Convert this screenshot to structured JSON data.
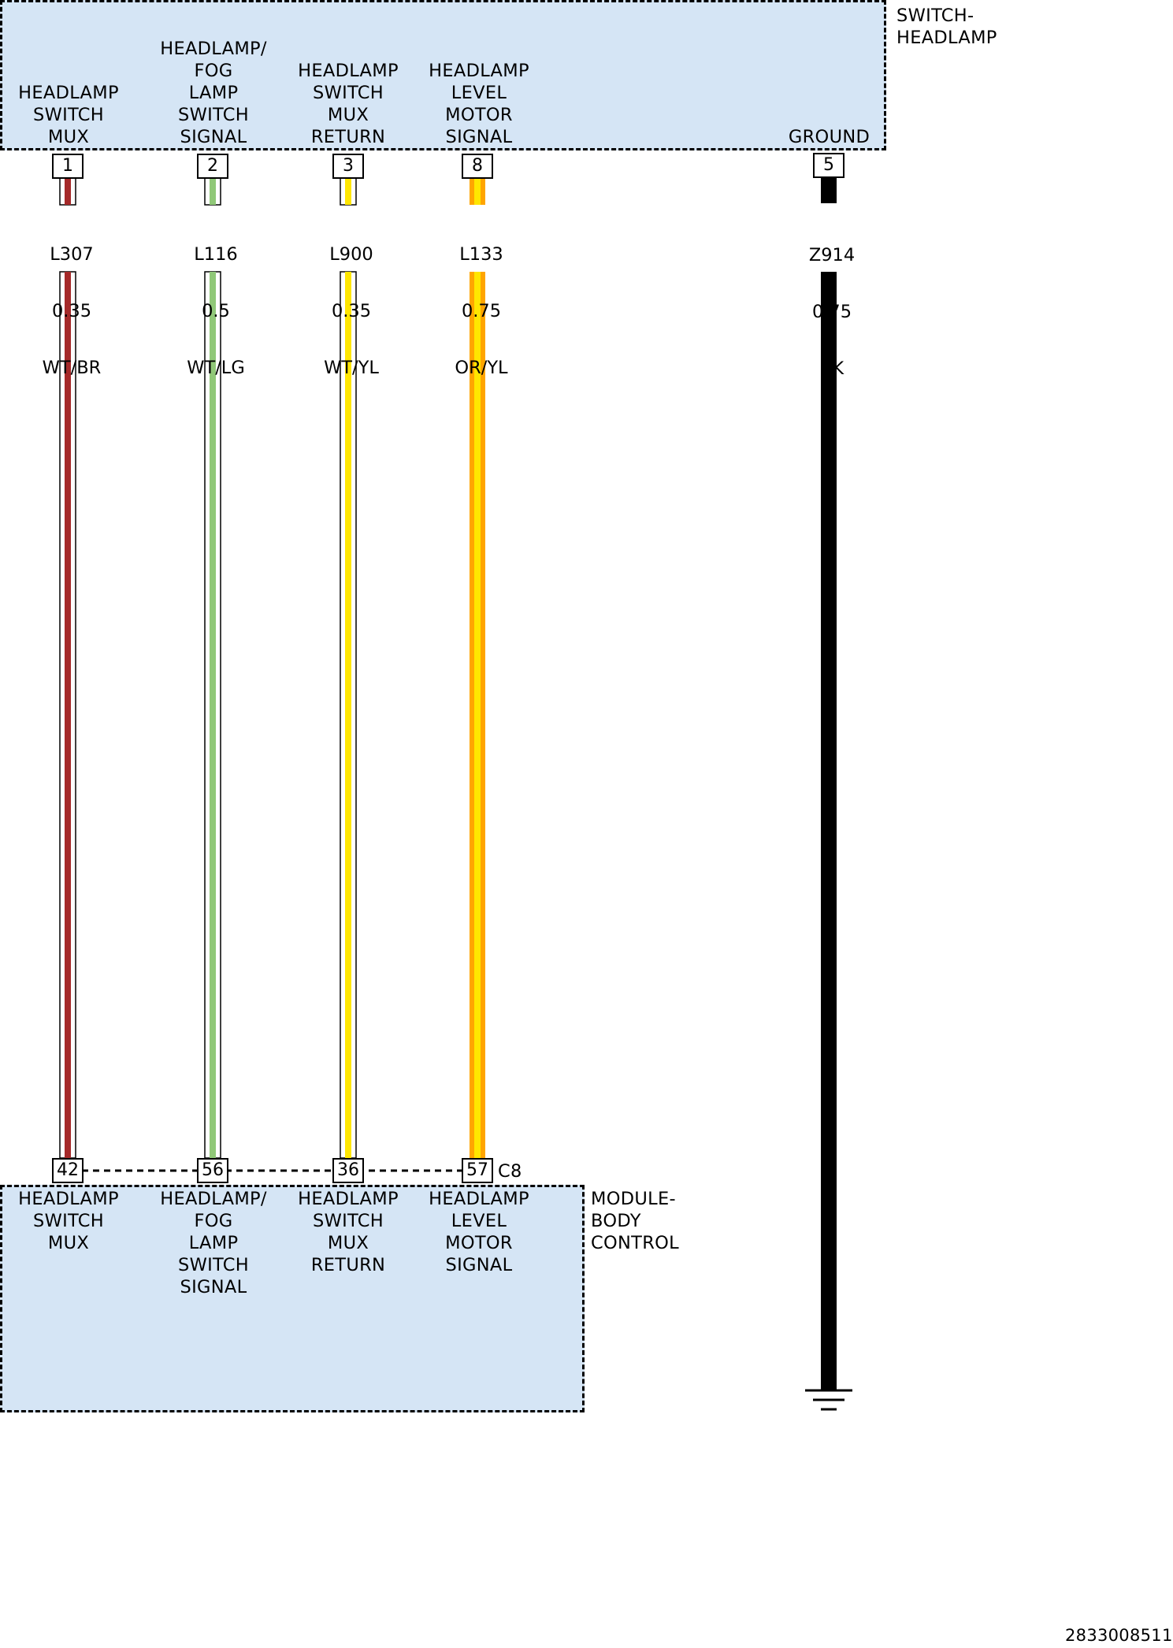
{
  "switch_headlamp": {
    "name": "SWITCH-\nHEADLAMP",
    "pins": [
      {
        "label": "HEADLAMP\nSWITCH\nMUX",
        "pin": "1"
      },
      {
        "label": "HEADLAMP/\nFOG\nLAMP\nSWITCH\nSIGNAL",
        "pin": "2"
      },
      {
        "label": "HEADLAMP\nSWITCH\nMUX\nRETURN",
        "pin": "3"
      },
      {
        "label": "HEADLAMP\nLEVEL\nMOTOR\nSIGNAL",
        "pin": "8"
      },
      {
        "label": "GROUND",
        "pin": "5"
      }
    ]
  },
  "wires": [
    {
      "circuit": "L307",
      "gauge": "0.35",
      "color": "WT/BR",
      "stripe": "#a52a2a",
      "base": "#ffffff"
    },
    {
      "circuit": "L116",
      "gauge": "0.5",
      "color": "WT/LG",
      "stripe": "#90c878",
      "base": "#ffffff"
    },
    {
      "circuit": "L900",
      "gauge": "0.35",
      "color": "WT/YL",
      "stripe": "#ffe600",
      "base": "#ffffff"
    },
    {
      "circuit": "L133",
      "gauge": "0.75",
      "color": "OR/YL",
      "stripe": "#ffe600",
      "base": "#ffa500"
    },
    {
      "circuit": "Z914",
      "gauge": "0.75",
      "color": "BK",
      "stripe": "#000000",
      "base": "#000000"
    }
  ],
  "module_body_control": {
    "name": "MODULE-\nBODY\nCONTROL",
    "connector": "C8",
    "pins": [
      {
        "label": "HEADLAMP\nSWITCH\nMUX",
        "pin": "42"
      },
      {
        "label": "HEADLAMP/\nFOG\nLAMP\nSWITCH\nSIGNAL",
        "pin": "56"
      },
      {
        "label": "HEADLAMP\nSWITCH\nMUX\nRETURN",
        "pin": "36"
      },
      {
        "label": "HEADLAMP\nLEVEL\nMOTOR\nSIGNAL",
        "pin": "57"
      }
    ]
  },
  "figure_id": "2833008511",
  "colors": {
    "box_fill": "#d5e5f5"
  }
}
